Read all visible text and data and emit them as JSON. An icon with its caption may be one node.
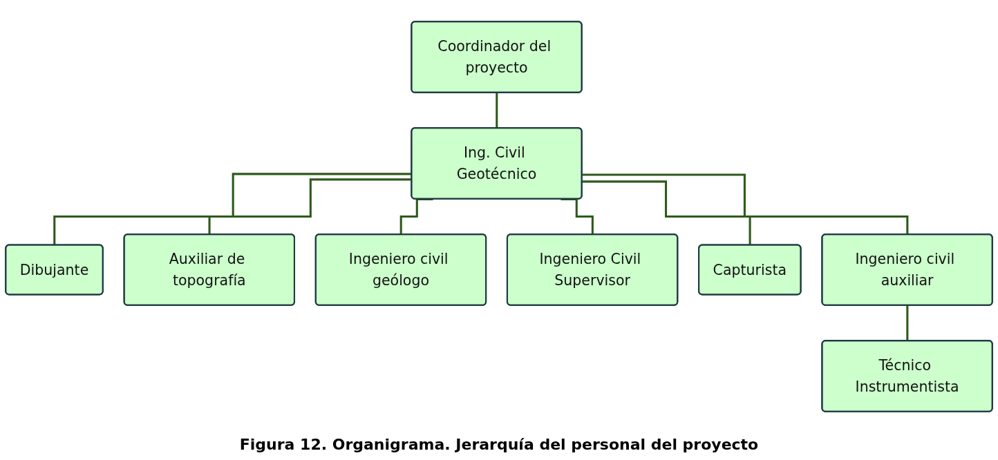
{
  "diagram": {
    "caption": "Figura 12. Organigrama. Jerarquía del personal del proyecto",
    "nodes": [
      {
        "text": [
          "Coordinador del proyecto"
        ]
      },
      {
        "text": [
          "Ing. Civil Geotécnico"
        ]
      },
      {
        "text": [
          "Dibujante"
        ]
      },
      {
        "text": [
          "Auxiliar de topografía"
        ]
      },
      {
        "text": [
          "Ingeniero civil geólogo"
        ]
      },
      {
        "text": [
          "Ingeniero Civil Supervisor"
        ]
      },
      {
        "text": [
          "Capturista"
        ]
      },
      {
        "text": [
          "Ingeniero civil auxiliar"
        ]
      },
      {
        "text": [
          "Técnico Instrumentista"
        ]
      }
    ],
    "edges": [
      {
        "from": 0,
        "to": 1,
        "arrow": "none"
      },
      {
        "from": 1,
        "to": 2,
        "arrow": "none"
      },
      {
        "from": 1,
        "to": 3,
        "arrow": "none"
      },
      {
        "from": 1,
        "to": 4,
        "arrow": "none"
      },
      {
        "from": 1,
        "to": 5,
        "arrow": "none"
      },
      {
        "from": 1,
        "to": 6,
        "arrow": "none"
      },
      {
        "from": 1,
        "to": 7,
        "arrow": "none"
      },
      {
        "from": 7,
        "to": 8,
        "arrow": "none"
      }
    ]
  }
}
